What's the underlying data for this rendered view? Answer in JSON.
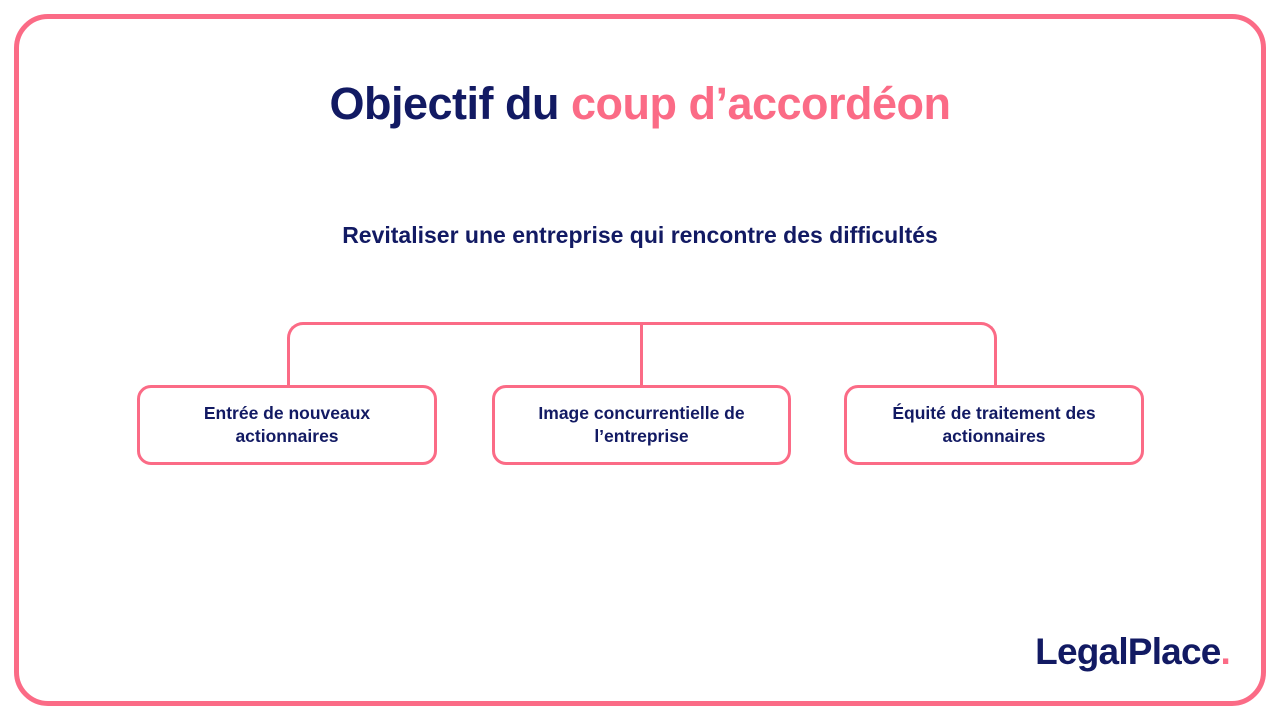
{
  "slide": {
    "background_color": "#ffffff",
    "frame_color": "#FB6B86",
    "navy": "#121A63",
    "pink": "#FB6B86"
  },
  "title": {
    "part1": "Objectif du ",
    "part2": "coup d’accordéon",
    "full": "Objectif du coup d’accordéon"
  },
  "subtitle": {
    "text": "Revitaliser une entreprise qui rencontre des difficultés"
  },
  "diagram": {
    "type": "tree",
    "root": "Revitaliser une entreprise qui rencontre des difficultés",
    "boxes": [
      {
        "label": "Entrée de nouveaux actionnaires"
      },
      {
        "label": "Image concurrentielle de l’entreprise"
      },
      {
        "label": "Équité de traitement des actionnaires"
      }
    ]
  },
  "logo": {
    "name": "LegalPlace",
    "dot": "."
  }
}
